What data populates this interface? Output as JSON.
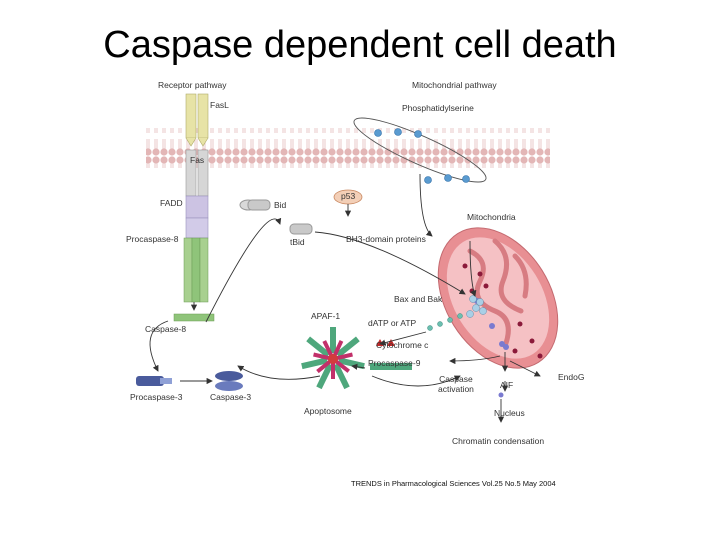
{
  "title": "Caspase dependent cell death",
  "labels": {
    "receptor_pathway": "Receptor pathway",
    "mitochondrial_pathway": "Mitochondrial pathway",
    "fasl": "FasL",
    "phosphatidylserine": "Phosphatidylserine",
    "fas": "Fas",
    "fadd": "FADD",
    "p53": "p53",
    "bid": "Bid",
    "tbid": "tBid",
    "procaspase8": "Procaspase-8",
    "bh3_proteins": "BH3-domain proteins",
    "mitochondria": "Mitochondria",
    "bax_bak": "Bax and Bak",
    "caspase8": "Caspase-8",
    "apaf1": "APAF-1",
    "datp": "dATP or ATP",
    "cytochrome_c": "Cytochrome c",
    "procaspase9": "Procaspase-9",
    "endog": "EndoG",
    "caspase_activation": "Caspase\nactivation",
    "aif": "AIF",
    "procaspase3": "Procaspase-3",
    "caspase3": "Caspase-3",
    "apoptosome": "Apoptosome",
    "nucleus": "Nucleus",
    "chromatin": "Chromatin condensation"
  },
  "caption": "TRENDS in Pharmacological Sciences Vol.25 No.5 May 2004",
  "colors": {
    "membrane_head": "#e3b6b6",
    "membrane_tail": "#f3dede",
    "fas_ligand": "#e7e3a6",
    "fas_receptor": "#c9c9c9",
    "fadd": "#c6bfe0",
    "procaspase8": "#8fc47a",
    "mitochondrion": "#e88f93",
    "mito_inner": "#f5c1c4",
    "caspase3": "#4a5b9c",
    "apoptosome_arm": "#4ea77c",
    "apoptosome_core": "#c2306a",
    "arrow": "#333333"
  }
}
